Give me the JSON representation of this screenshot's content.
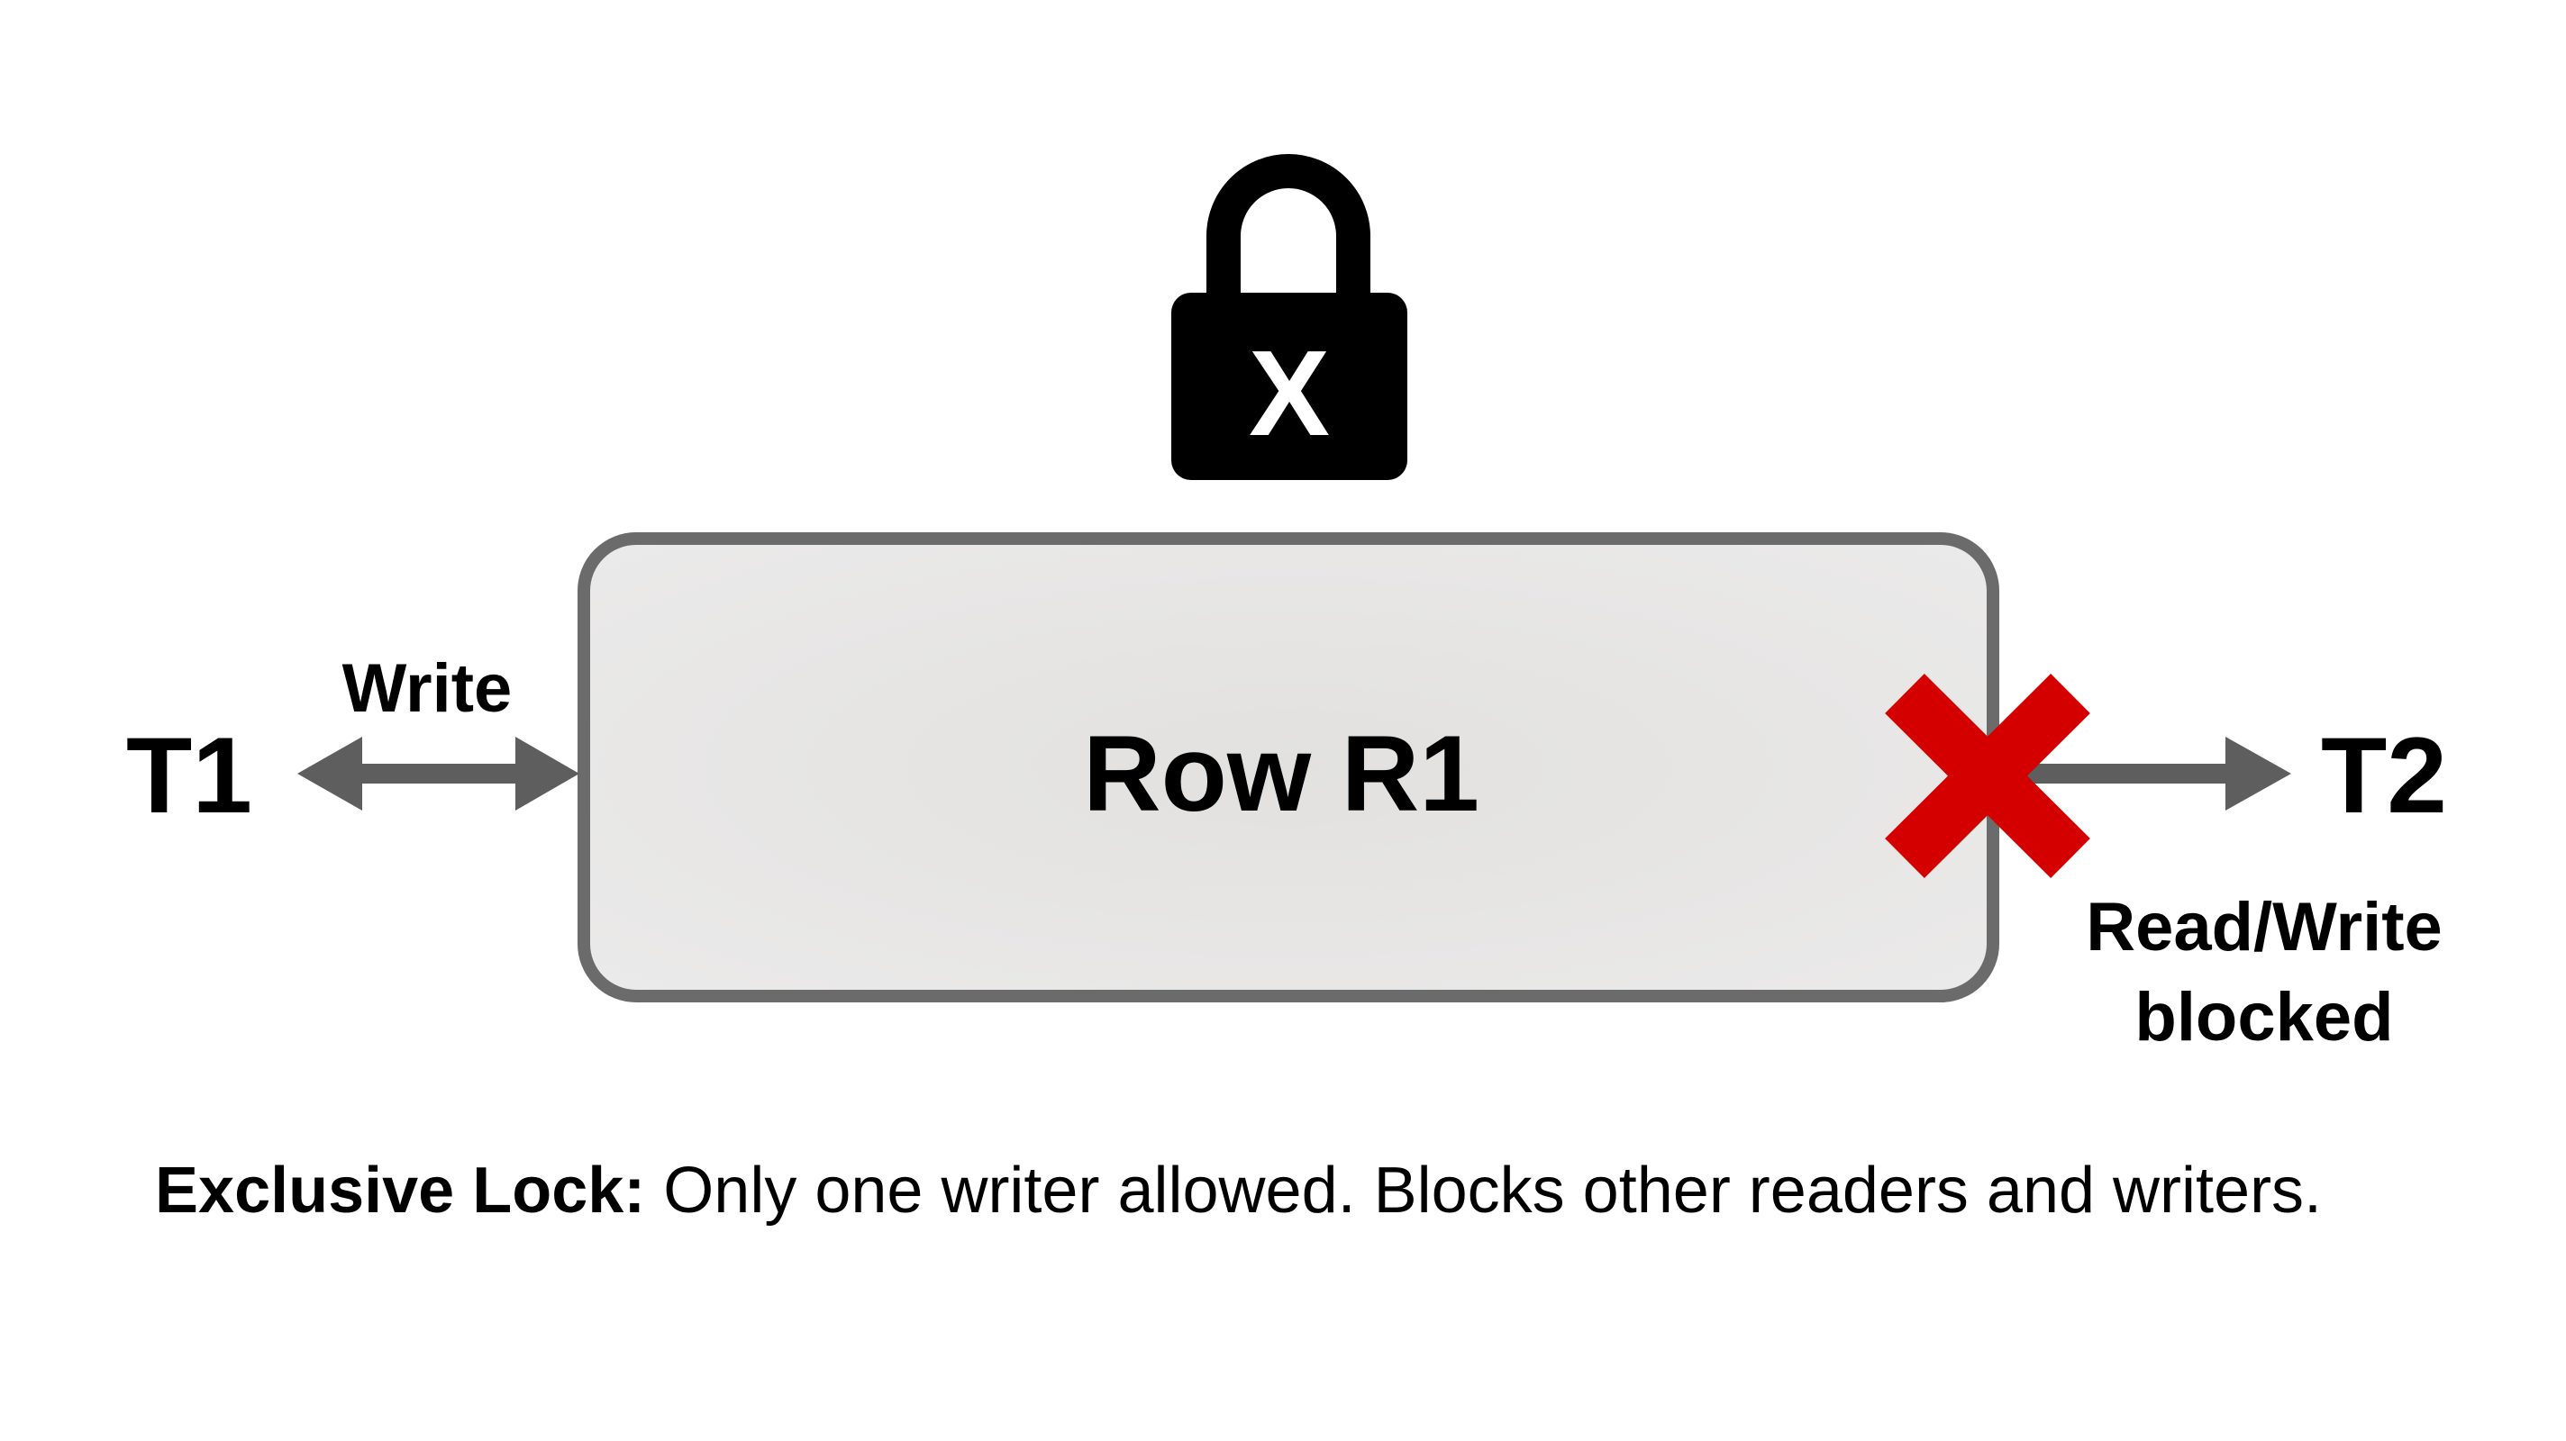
{
  "lock": {
    "letter": "X",
    "icon": "padlock-icon"
  },
  "row": {
    "label": "Row R1"
  },
  "t1": {
    "label": "T1",
    "action": "Write"
  },
  "t2": {
    "label": "T2",
    "status_line1": "Read/Write",
    "status_line2": "blocked"
  },
  "caption": {
    "bold": "Exclusive Lock:",
    "text": " Only one writer allowed. Blocks other readers and writers."
  },
  "colors": {
    "block": "#d40000",
    "arrow": "#5e5e5e",
    "box_fill": "#e4e3e1",
    "box_stroke": "#6b6b6b"
  }
}
